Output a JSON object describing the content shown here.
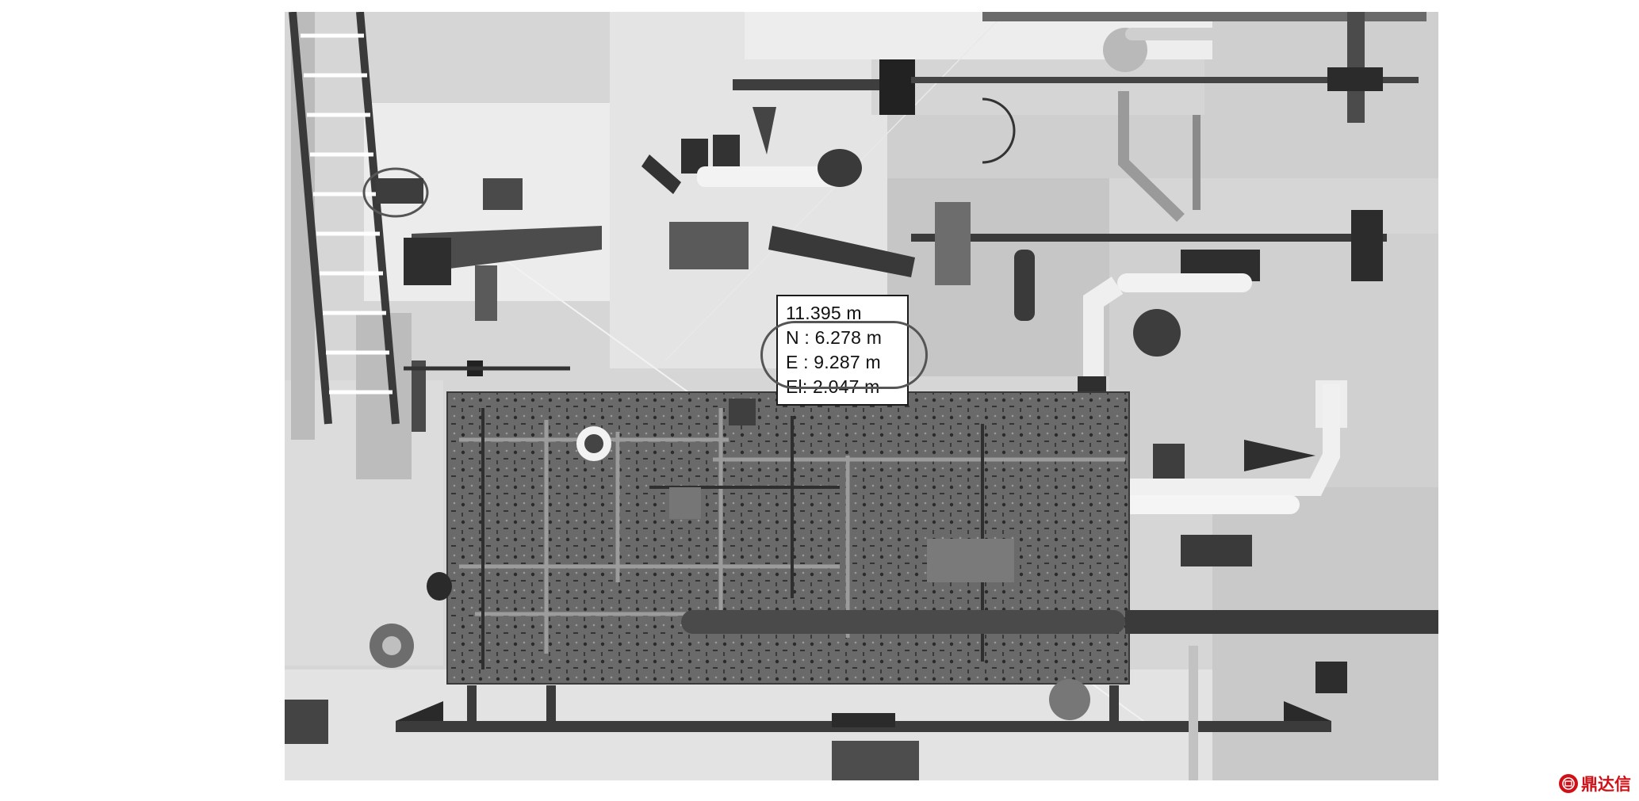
{
  "viewport": {
    "readout": {
      "total": "11.395 m",
      "north": "N : 6.278 m",
      "east": "E : 9.287 m",
      "elevation": "El: 2.047 m"
    }
  },
  "watermark": {
    "brand": "鼎达信"
  },
  "colors": {
    "plant_ground": "#d9d9d9",
    "skid_deck": "#6a6a6a",
    "steel": "#3a3a3a",
    "brand": "#d01016"
  }
}
